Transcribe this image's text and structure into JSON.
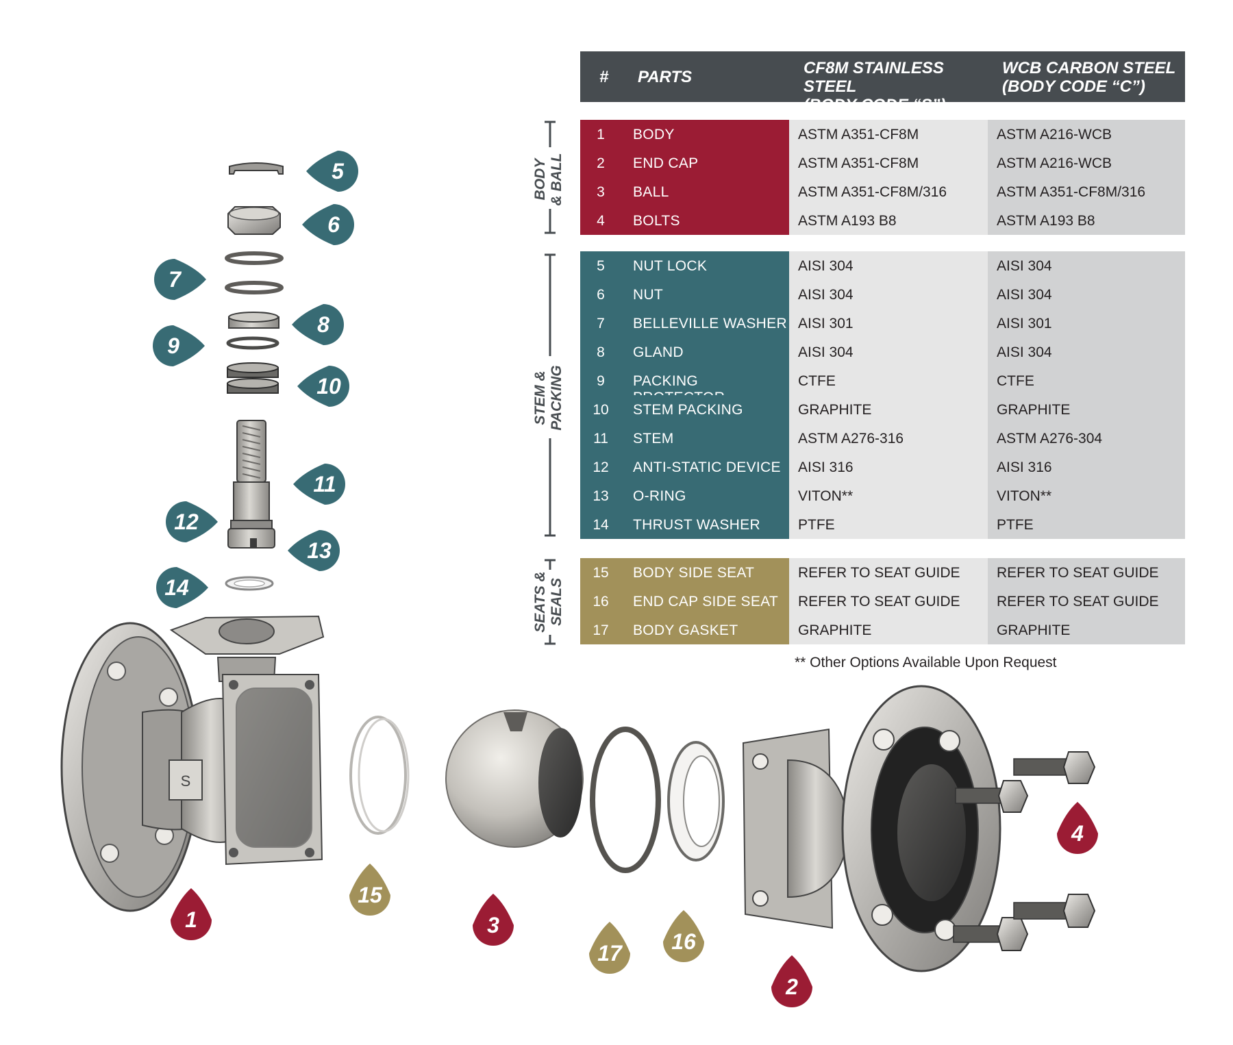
{
  "table": {
    "headers": {
      "num": "#",
      "part": "PARTS",
      "s_line1": "CF8M STAINLESS STEEL",
      "s_line2": "(BODY CODE “S”)",
      "c_line1": "WCB CARBON STEEL",
      "c_line2": "(BODY CODE “C”)"
    },
    "groups": {
      "body": {
        "line1": "BODY",
        "line2": "& BALL"
      },
      "stem": {
        "line1": "STEM &",
        "line2": "PACKING"
      },
      "seat": {
        "line1": "SEATS &",
        "line2": "SEALS"
      }
    },
    "rows": [
      {
        "num": "1",
        "part": "BODY",
        "s": "ASTM A351-CF8M",
        "c": "ASTM A216-WCB"
      },
      {
        "num": "2",
        "part": "END CAP",
        "s": "ASTM A351-CF8M",
        "c": "ASTM A216-WCB"
      },
      {
        "num": "3",
        "part": "BALL",
        "s": "ASTM A351-CF8M/316",
        "c": "ASTM A351-CF8M/316"
      },
      {
        "num": "4",
        "part": "BOLTS",
        "s": "ASTM A193 B8",
        "c": "ASTM A193 B8"
      },
      {
        "num": "5",
        "part": "NUT LOCK",
        "s": "AISI 304",
        "c": "AISI 304"
      },
      {
        "num": "6",
        "part": "NUT",
        "s": "AISI 304",
        "c": "AISI 304"
      },
      {
        "num": "7",
        "part": "BELLEVILLE WASHER",
        "s": "AISI 301",
        "c": "AISI 301"
      },
      {
        "num": "8",
        "part": "GLAND",
        "s": "AISI 304",
        "c": "AISI 304"
      },
      {
        "num": "9",
        "part": "PACKING PROTECTOR",
        "s": "CTFE",
        "c": "CTFE"
      },
      {
        "num": "10",
        "part": "STEM PACKING",
        "s": "GRAPHITE",
        "c": "GRAPHITE"
      },
      {
        "num": "11",
        "part": "STEM",
        "s": "ASTM A276-316",
        "c": "ASTM A276-304"
      },
      {
        "num": "12",
        "part": "ANTI-STATIC DEVICE",
        "s": "AISI 316",
        "c": "AISI 316"
      },
      {
        "num": "13",
        "part": "O-RING",
        "s": "VITON**",
        "c": "VITON**"
      },
      {
        "num": "14",
        "part": "THRUST WASHER",
        "s": "PTFE",
        "c": "PTFE"
      },
      {
        "num": "15",
        "part": "BODY SIDE SEAT",
        "s": "REFER TO SEAT GUIDE",
        "c": "REFER TO SEAT GUIDE"
      },
      {
        "num": "16",
        "part": "END CAP SIDE SEAT",
        "s": "REFER TO SEAT GUIDE",
        "c": "REFER TO SEAT GUIDE"
      },
      {
        "num": "17",
        "part": "BODY GASKET",
        "s": "GRAPHITE",
        "c": "GRAPHITE"
      }
    ],
    "footnote": "** Other Options Available Upon Request"
  },
  "callouts": [
    {
      "label": "1",
      "group": "body"
    },
    {
      "label": "2",
      "group": "body"
    },
    {
      "label": "3",
      "group": "body"
    },
    {
      "label": "4",
      "group": "body"
    },
    {
      "label": "5",
      "group": "stem"
    },
    {
      "label": "6",
      "group": "stem"
    },
    {
      "label": "7",
      "group": "stem"
    },
    {
      "label": "8",
      "group": "stem"
    },
    {
      "label": "9",
      "group": "stem"
    },
    {
      "label": "10",
      "group": "stem"
    },
    {
      "label": "11",
      "group": "stem"
    },
    {
      "label": "12",
      "group": "stem"
    },
    {
      "label": "13",
      "group": "stem"
    },
    {
      "label": "14",
      "group": "stem"
    },
    {
      "label": "15",
      "group": "seat"
    },
    {
      "label": "16",
      "group": "seat"
    },
    {
      "label": "17",
      "group": "seat"
    }
  ],
  "colors": {
    "body": "#9b1c34",
    "stem": "#386b74",
    "seat": "#a2915a",
    "header": "#474c50",
    "material_s": "#e6e6e6",
    "material_c": "#d1d2d3"
  }
}
